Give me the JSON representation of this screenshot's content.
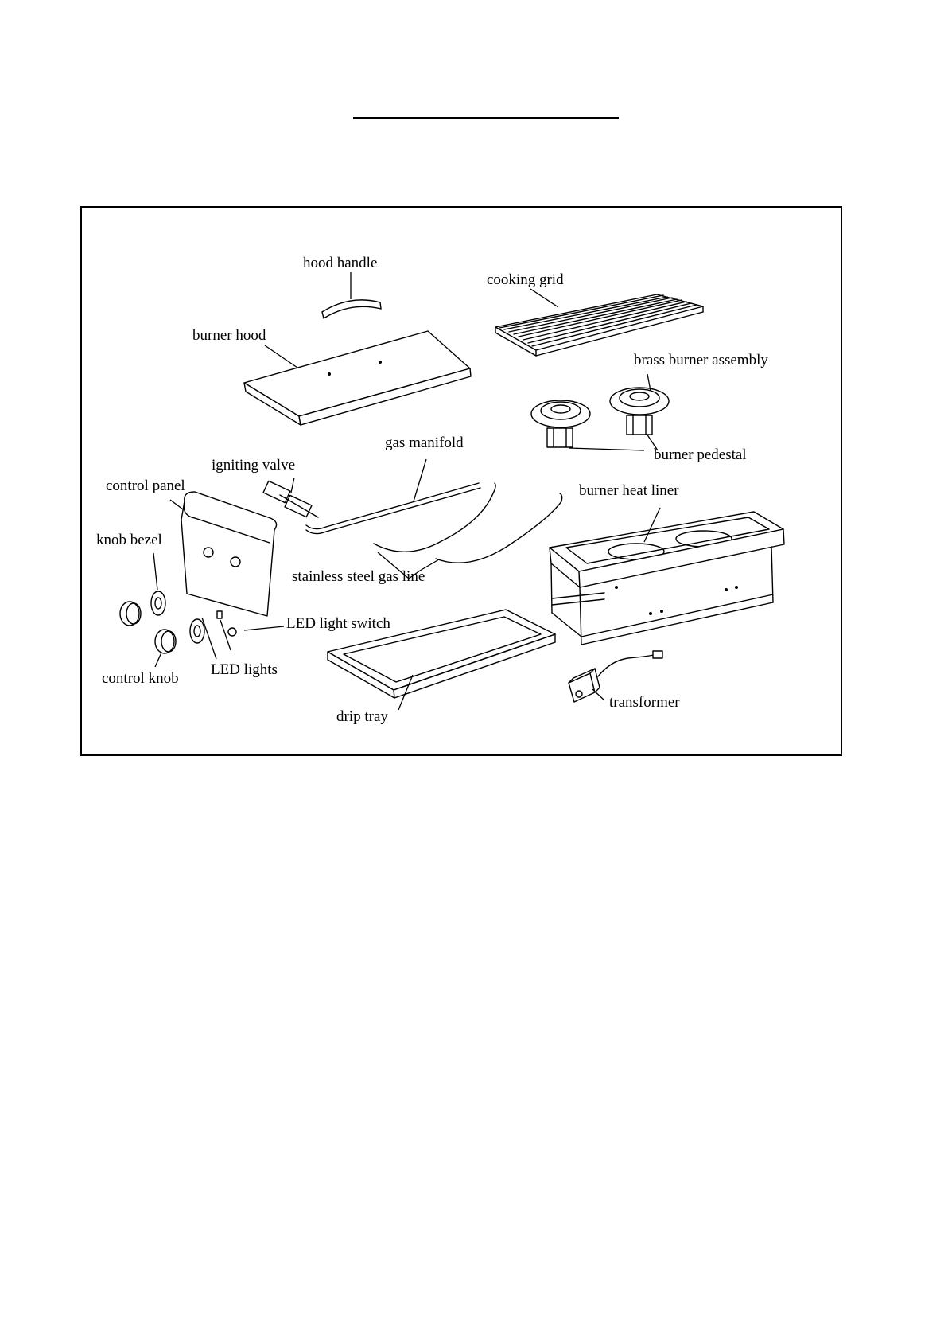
{
  "labels": {
    "hood_handle": "hood handle",
    "cooking_grid": "cooking grid",
    "burner_hood": "burner hood",
    "brass_burner_assembly": "brass burner assembly",
    "gas_manifold": "gas manifold",
    "burner_pedestal": "burner pedestal",
    "igniting_valve": "igniting valve",
    "control_panel": "control panel",
    "burner_heat_liner": "burner heat liner",
    "knob_bezel": "knob bezel",
    "stainless_steel_gas_line": "stainless steel gas line",
    "led_light_switch": "LED light switch",
    "control_knob": "control knob",
    "led_lights": "LED lights",
    "drip_tray": "drip tray",
    "transformer": "transformer"
  }
}
